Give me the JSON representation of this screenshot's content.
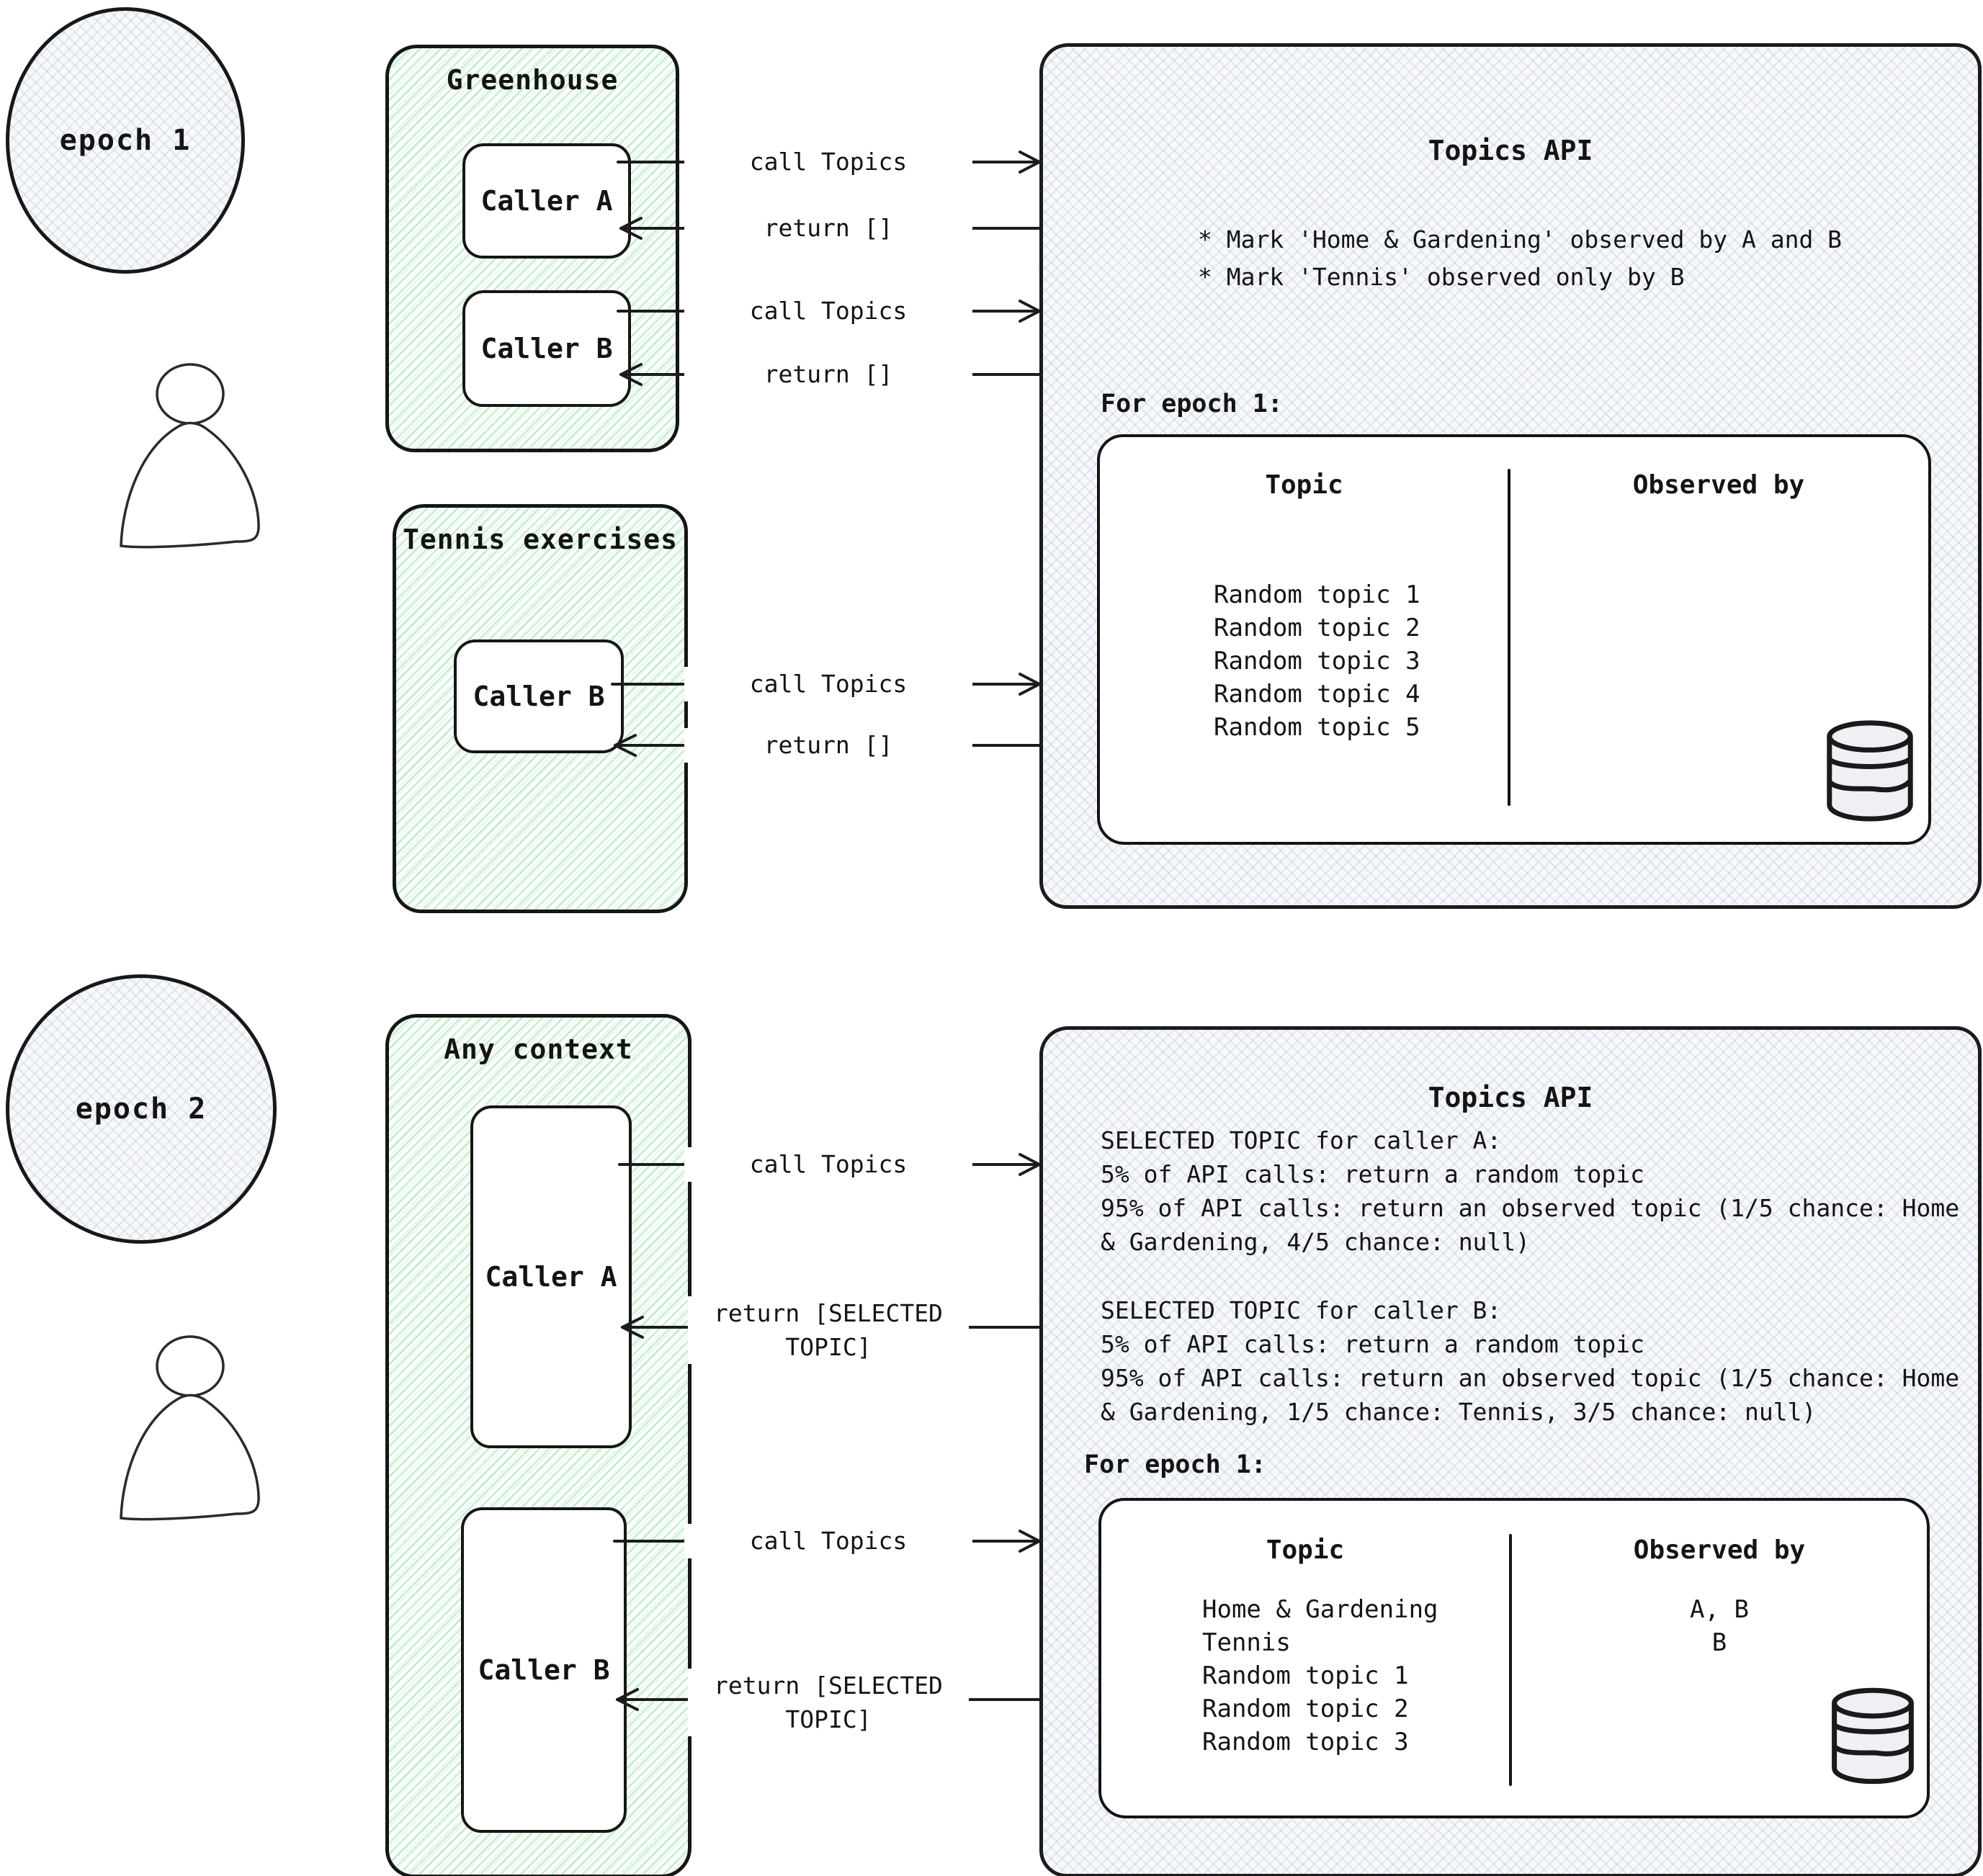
{
  "epoch1": {
    "label": "epoch 1",
    "greenhouse": {
      "title": "Greenhouse",
      "caller_a": "Caller A",
      "caller_b": "Caller B"
    },
    "tennis": {
      "title": "Tennis exercises",
      "caller_b": "Caller B"
    },
    "arrows": {
      "call": "call Topics",
      "ret": "return []"
    },
    "api": {
      "title": "Topics API",
      "note1": "* Mark 'Home & Gardening' observed by A and B",
      "note2": "* Mark 'Tennis' observed only by B",
      "caption": "For epoch 1:",
      "table": {
        "col_topic": "Topic",
        "col_observed": "Observed by",
        "topics": [
          "Random topic 1",
          "Random topic 2",
          "Random topic 3",
          "Random topic 4",
          "Random topic 5"
        ],
        "observed": [
          "",
          "",
          "",
          "",
          ""
        ]
      }
    }
  },
  "epoch2": {
    "label": "epoch 2",
    "context": {
      "title": "Any context",
      "caller_a": "Caller A",
      "caller_b": "Caller B"
    },
    "arrows": {
      "call": "call Topics",
      "ret": "return [SELECTED\nTOPIC]"
    },
    "api": {
      "title": "Topics API",
      "selected_a": "SELECTED TOPIC for caller A:\n5% of API calls: return a random topic\n95% of API calls: return an observed topic (1/5 chance: Home\n& Gardening, 4/5 chance: null)",
      "selected_b": "SELECTED TOPIC for caller B:\n5% of API calls: return a random topic\n95% of API calls: return an observed topic (1/5 chance: Home\n& Gardening, 1/5 chance: Tennis,  3/5 chance: null)",
      "caption": "For epoch 1:",
      "table": {
        "col_topic": "Topic",
        "col_observed": "Observed by",
        "topics": [
          "Home & Gardening",
          "Tennis",
          "Random topic 1",
          "Random topic 2",
          "Random topic 3"
        ],
        "observed": [
          "A, B",
          "B",
          "",
          "",
          ""
        ]
      }
    }
  }
}
